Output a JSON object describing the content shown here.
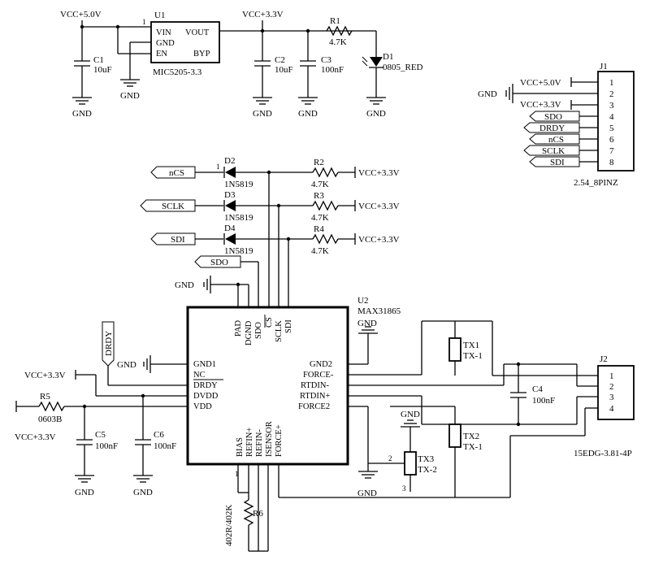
{
  "nets": {
    "vcc5": "VCC+5.0V",
    "vcc33": "VCC+3.3V",
    "gnd": "GND"
  },
  "u1": {
    "ref": "U1",
    "part": "MIC5205-3.3",
    "pins": [
      "VIN",
      "VOUT",
      "GND",
      "EN",
      "BYP"
    ],
    "pin1": "1"
  },
  "r1": {
    "ref": "R1",
    "value": "4.7K"
  },
  "d1": {
    "ref": "D1",
    "value": "0805_RED"
  },
  "c1": {
    "ref": "C1",
    "value": "10uF"
  },
  "c2": {
    "ref": "C2",
    "value": "10uF"
  },
  "c3": {
    "ref": "C3",
    "value": "100nF"
  },
  "j1": {
    "ref": "J1",
    "part": "2.54_8PINZ",
    "pin_numbers": [
      "1",
      "2",
      "3",
      "4",
      "5",
      "6",
      "7",
      "8"
    ],
    "signals": [
      "SDO",
      "DRDY",
      "nCS",
      "SCLK",
      "SDI"
    ]
  },
  "d2": {
    "ref": "D2",
    "value": "1N5819",
    "pin1": "1"
  },
  "d3": {
    "ref": "D3",
    "value": "1N5819"
  },
  "d4": {
    "ref": "D4",
    "value": "1N5819"
  },
  "r2": {
    "ref": "R2",
    "value": "4.7K"
  },
  "r3": {
    "ref": "R3",
    "value": "4.7K"
  },
  "r4": {
    "ref": "R4",
    "value": "4.7K"
  },
  "ports": {
    "ncs": "nCS",
    "sclk": "SCLK",
    "sdi": "SDI",
    "sdo": "SDO",
    "drdy": "DRDY"
  },
  "u2": {
    "ref": "U2",
    "part": "MAX31865",
    "top_pins": [
      "PAD",
      "DGND",
      "SDO",
      "CS",
      "SCLK",
      "SDI"
    ],
    "left_pins": [
      "GND1",
      "NC",
      "DRDY",
      "DVDD",
      "VDD"
    ],
    "right_pins": [
      "GND2",
      "FORCE-",
      "RTDIN-",
      "RTDIN+",
      "FORCE2"
    ],
    "bottom_pins": [
      "BIAS",
      "REFIN+",
      "REFIN-",
      "ISENSOR",
      "FORCE+"
    ],
    "pin1": "1"
  },
  "r5": {
    "ref": "R5",
    "value": "0603B"
  },
  "c5": {
    "ref": "C5",
    "value": "100nF"
  },
  "c6": {
    "ref": "C6",
    "value": "100nF"
  },
  "c4": {
    "ref": "C4",
    "value": "100nF"
  },
  "r6": {
    "ref": "R6",
    "value": "402R/402K"
  },
  "tx1": {
    "ref": "TX1",
    "value": "TX-1"
  },
  "tx2": {
    "ref": "TX2",
    "value": "TX-1"
  },
  "tx3": {
    "ref": "TX3",
    "value": "TX-2",
    "pins": [
      "2",
      "3"
    ]
  },
  "j2": {
    "ref": "J2",
    "part": "15EDG-3.81-4P",
    "pin_numbers": [
      "1",
      "2",
      "3",
      "4"
    ]
  }
}
